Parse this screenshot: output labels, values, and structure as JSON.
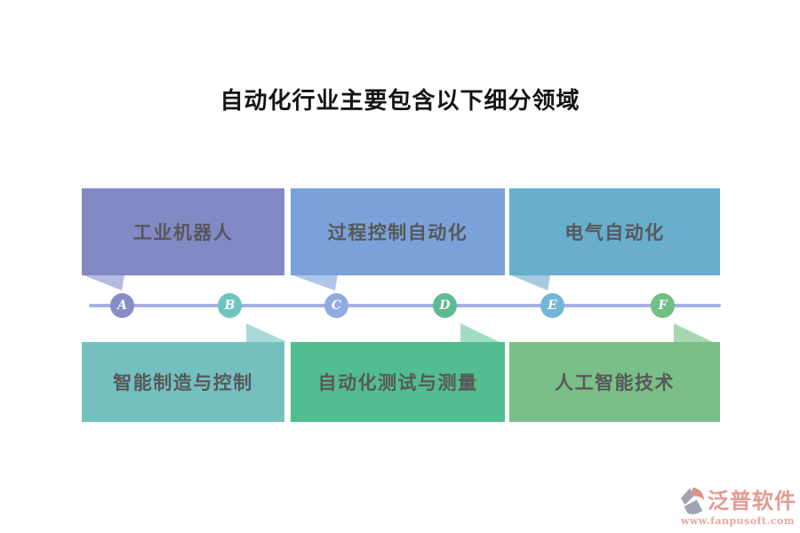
{
  "diagram": {
    "title": "自动化行业主要包含以下细分领域",
    "line_color": "#a7b1e0",
    "label_text_color": "#58585a",
    "nodes": [
      {
        "letter": "A",
        "label": "工业机器人",
        "position": "top",
        "circle_color": "#888dc8",
        "box_color": "#8289c5",
        "triangle_color": "#b6bbe0"
      },
      {
        "letter": "B",
        "label": "智能制造与控制",
        "position": "bottom",
        "circle_color": "#6ec4bf",
        "box_color": "#74c0bf",
        "triangle_color": "#a9dad9"
      },
      {
        "letter": "C",
        "label": "过程控制自动化",
        "position": "top",
        "circle_color": "#8fabdf",
        "box_color": "#7ba1d8",
        "triangle_color": "#b0c5e9"
      },
      {
        "letter": "D",
        "label": "自动化测试与测量",
        "position": "bottom",
        "circle_color": "#5dbb8e",
        "box_color": "#52bd8e",
        "triangle_color": "#a3ddc1"
      },
      {
        "letter": "E",
        "label": "电气自动化",
        "position": "top",
        "circle_color": "#73b5d6",
        "box_color": "#69aecd",
        "triangle_color": "#a5cbe0"
      },
      {
        "letter": "F",
        "label": "人工智能技术",
        "position": "bottom",
        "circle_color": "#70c084",
        "box_color": "#79bf87",
        "triangle_color": "#a9d6b2"
      }
    ]
  },
  "watermark": {
    "brand": "泛普软件",
    "url": "www.fanpusoft.com",
    "brand_color": "#e49b92",
    "url_color": "#e7a89f",
    "mark_gray": "#9fa3b3",
    "mark_salmon": "#dc9383"
  }
}
